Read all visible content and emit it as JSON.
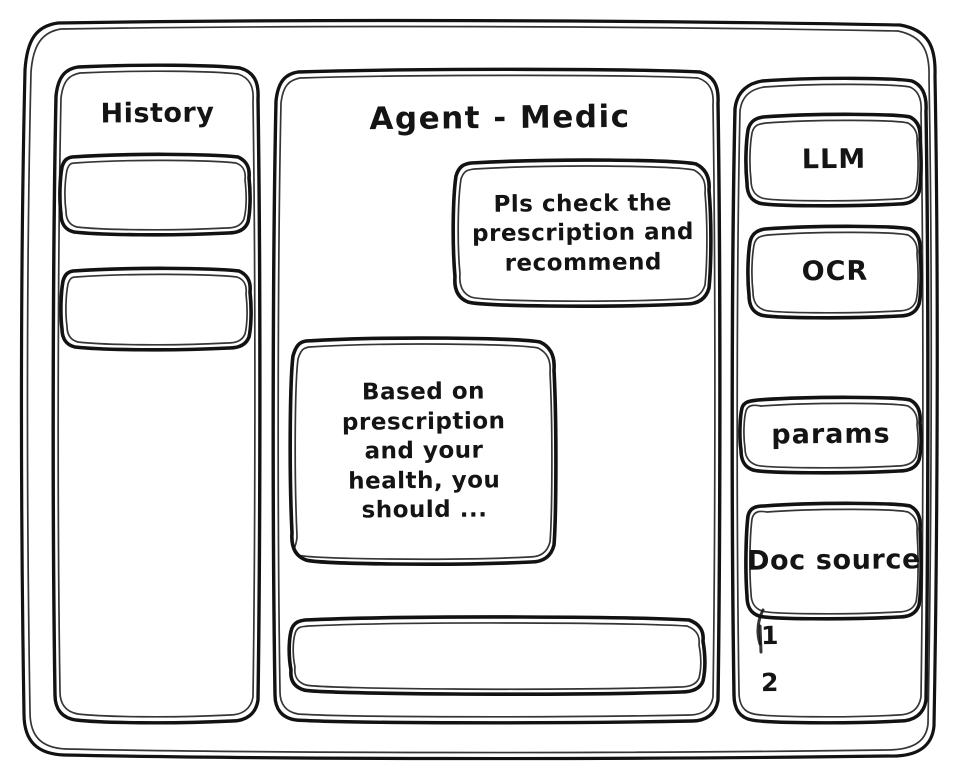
{
  "app": {
    "style": "hand-drawn-wireframe",
    "background_color": "#ffffff",
    "stroke_color": "#121212"
  },
  "sidebar": {
    "title": "History",
    "items": [
      {
        "label": "",
        "name": "history-item-1"
      },
      {
        "label": "",
        "name": "history-item-2"
      }
    ]
  },
  "main": {
    "title": "Agent - Medic",
    "messages": [
      {
        "role": "user",
        "text": "Pls check the prescription and recommend",
        "align": "right"
      },
      {
        "role": "assistant",
        "text": "Based on prescription and your health, you should ...",
        "align": "left"
      }
    ],
    "composer": {
      "value": "",
      "placeholder": ""
    }
  },
  "tools": {
    "buttons": [
      {
        "label": "LLM"
      },
      {
        "label": "OCR"
      },
      {
        "label": "params"
      }
    ],
    "doc_source": {
      "label": "Doc source",
      "entries": [
        "1",
        "2"
      ]
    }
  }
}
